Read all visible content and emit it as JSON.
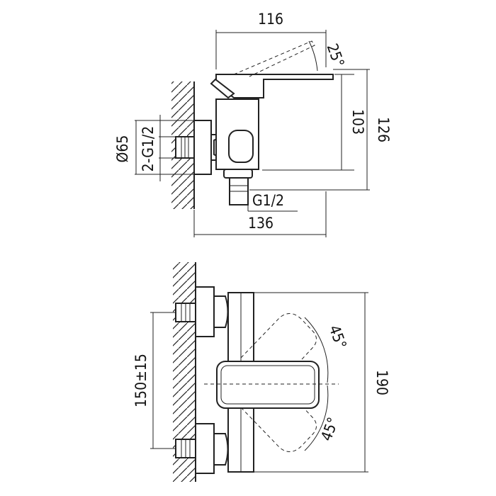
{
  "dimensions": {
    "width_116": "116",
    "angle_25": "25°",
    "height_103": "103",
    "height_126": "126",
    "diameter_65": "Ø65",
    "thread_2g12": "2-G1/2",
    "thread_g12": "G1/2",
    "width_136": "136",
    "angle_45_top": "45°",
    "angle_45_bottom": "45°",
    "spacing_150": "150±15",
    "height_190": "190"
  },
  "colors": {
    "line": "#222222",
    "background": "#ffffff"
  }
}
